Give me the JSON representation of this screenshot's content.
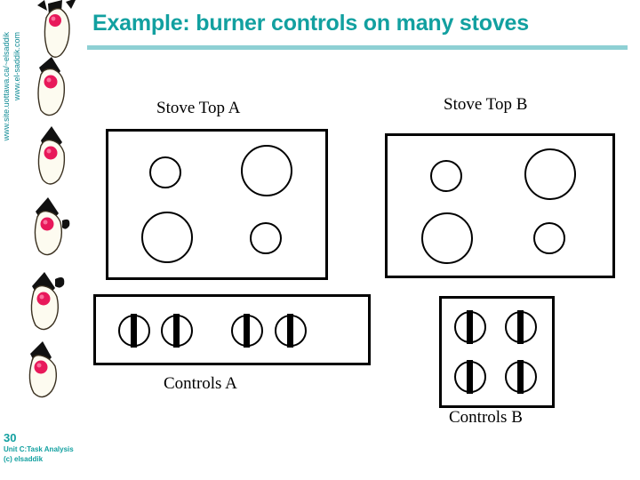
{
  "slide": {
    "title": "Example: burner controls on many stoves",
    "accent_color": "#12a0a0",
    "rule_color": "#8ed0d4",
    "number": "30",
    "footer_line_1": "Unit C:Task Analysis",
    "footer_line_2": "(c) elsaddik"
  },
  "sidebar": {
    "url_1": "www.site.uottawa.ca/~elsaddik",
    "url_2": "www.el-saddik.com",
    "mascot_name": "duke-mascot",
    "mascot_count": 6,
    "mascot_body_color": "#fdfbf0",
    "mascot_hat_color": "#111111",
    "mascot_nose_color": "#e8195a"
  },
  "diagram": {
    "stove_a": {
      "caption": "Stove Top A",
      "burners": [
        {
          "name": "burner-top-left",
          "size": "small"
        },
        {
          "name": "burner-top-right",
          "size": "large"
        },
        {
          "name": "burner-bottom-left",
          "size": "large"
        },
        {
          "name": "burner-bottom-right",
          "size": "small"
        }
      ]
    },
    "stove_b": {
      "caption": "Stove Top B",
      "burners": [
        {
          "name": "burner-top-left",
          "size": "small"
        },
        {
          "name": "burner-top-right",
          "size": "large"
        },
        {
          "name": "burner-bottom-left",
          "size": "large"
        },
        {
          "name": "burner-bottom-right",
          "size": "small"
        }
      ]
    },
    "controls_a": {
      "caption": "Controls A",
      "layout": "single-row-of-four",
      "knob_count": 4
    },
    "controls_b": {
      "caption": "Controls B",
      "layout": "two-by-two-grid",
      "knob_count": 4
    }
  }
}
